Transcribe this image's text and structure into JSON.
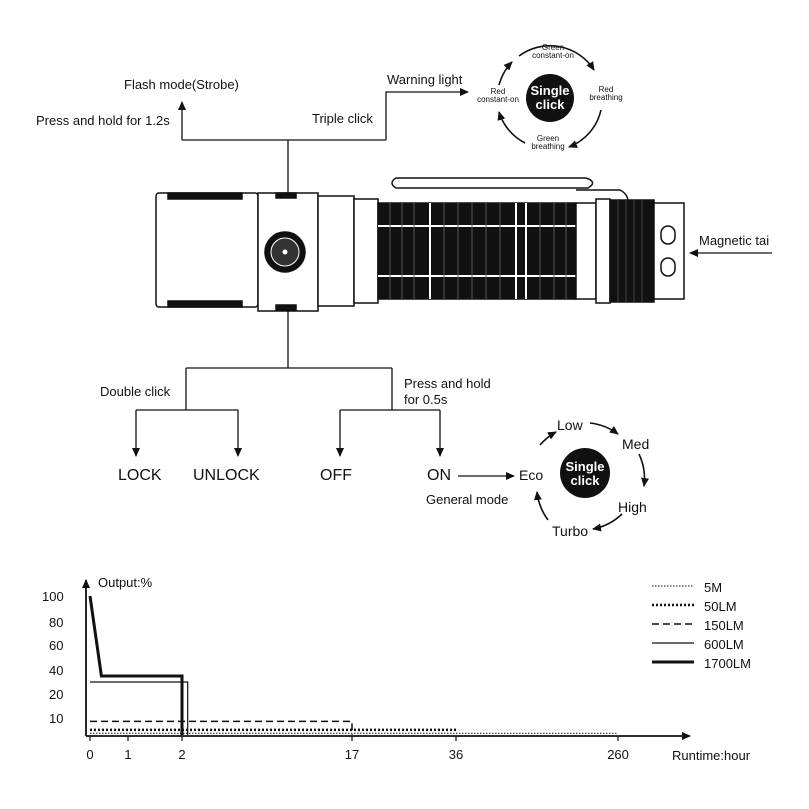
{
  "top_labels": {
    "flash_mode": "Flash mode(Strobe)",
    "press_hold_12": "Press and hold for 1.2s",
    "triple_click": "Triple click",
    "warning_light": "Warning light",
    "magnetic_tail": "Magnetic tai"
  },
  "warning_cycle": {
    "center_line1": "Single",
    "center_line2": "click",
    "green_constant_line1": "Green",
    "green_constant_line2": "constant-on",
    "red_breathing_line1": "Red",
    "red_breathing_line2": "breathing",
    "green_breathing_line1": "Green",
    "green_breathing_line2": "breathing",
    "red_constant_line1": "Red",
    "red_constant_line2": "constant-on"
  },
  "bottom_labels": {
    "double_click": "Double click",
    "press_hold_05_line1": "Press and hold",
    "press_hold_05_line2": "for 0.5s",
    "lock": "LOCK",
    "unlock": "UNLOCK",
    "off": "OFF",
    "on": "ON",
    "general_mode": "General mode"
  },
  "mode_cycle": {
    "center_line1": "Single",
    "center_line2": "click",
    "eco": "Eco",
    "low": "Low",
    "med": "Med",
    "high": "High",
    "turbo": "Turbo"
  },
  "chart_data": {
    "type": "line",
    "ylabel": "Output:%",
    "xlabel": "Runtime:hour",
    "y_ticks": [
      "100",
      "80",
      "60",
      "40",
      "20",
      "10"
    ],
    "x_ticks": [
      "0",
      "1",
      "2",
      "17",
      "36",
      "260"
    ],
    "series": [
      {
        "name": "5M",
        "style": "fine-dotted",
        "points": [
          [
            0,
            1
          ],
          [
            260,
            1
          ]
        ]
      },
      {
        "name": "50LM",
        "style": "dotted",
        "points": [
          [
            0,
            3
          ],
          [
            36,
            3
          ]
        ]
      },
      {
        "name": "150LM",
        "style": "dashed",
        "points": [
          [
            0,
            8
          ],
          [
            17,
            8
          ],
          [
            17,
            0
          ]
        ]
      },
      {
        "name": "600LM",
        "style": "thin-solid",
        "points": [
          [
            0,
            30
          ],
          [
            2.5,
            30
          ],
          [
            2.5,
            0
          ]
        ]
      },
      {
        "name": "1700LM",
        "style": "thick-solid",
        "points": [
          [
            0,
            100
          ],
          [
            0.3,
            35
          ],
          [
            2,
            35
          ],
          [
            2,
            0
          ]
        ]
      }
    ]
  }
}
